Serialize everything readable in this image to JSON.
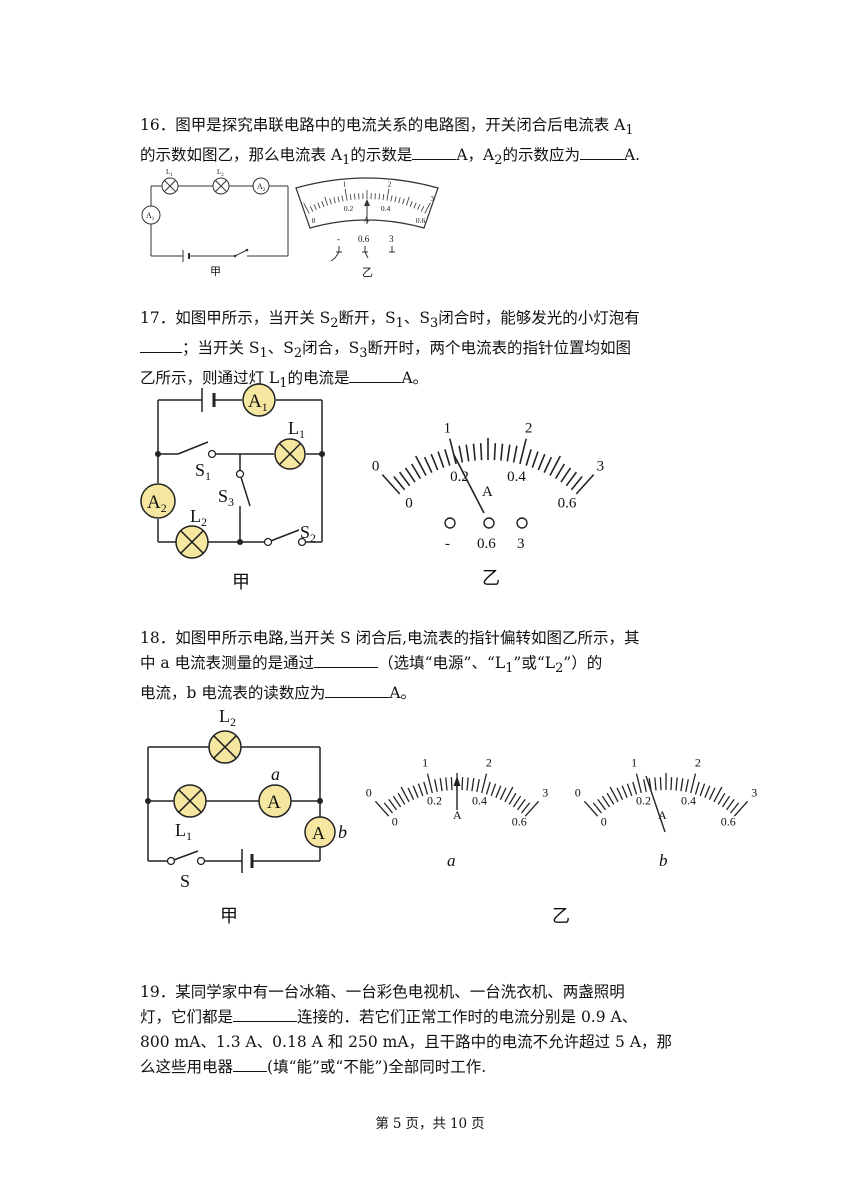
{
  "q16": {
    "line1": "16．图甲是探究串联电路中的电流关系的电路图，开关闭合后电流表 A",
    "line1_sub": "1",
    "line2_a": "的示数如图乙，那么电流表 A",
    "line2_sub1": "1",
    "line2_b": "的示数是",
    "line2_c": "A，A",
    "line2_sub2": "2",
    "line2_d": "的示数应为",
    "line2_e": "A.",
    "fig_jia": "甲",
    "fig_yi": "乙",
    "lamp1": "L",
    "lamp1_sub": "1",
    "lamp2": "L",
    "lamp2_sub": "2",
    "meter1": "A",
    "meter1_sub": "1",
    "meter2": "A",
    "meter2_sub": "2",
    "scale_top": [
      "1",
      "2",
      "3"
    ],
    "scale_bottom": [
      "0",
      "0.2",
      "0.4",
      "0.6"
    ],
    "unit": "A",
    "terminals": [
      "-",
      "0.6",
      "3"
    ]
  },
  "q17": {
    "line1_a": "17．如图甲所示，当开关 S",
    "line1_sub1": "2",
    "line1_b": "断开，S",
    "line1_sub2": "1",
    "line1_c": "、S",
    "line1_sub3": "3",
    "line1_d": "闭合时，能够发光的小灯泡有",
    "line2_a": "；当开关 S",
    "line2_sub1": "1",
    "line2_b": "、S",
    "line2_sub2": "2",
    "line2_c": "闭合，S",
    "line2_sub3": "3",
    "line2_d": "断开时，两个电流表的指针位置均如图",
    "line3_a": "乙所示，则通过灯 L",
    "line3_sub": "1",
    "line3_b": "的电流是",
    "line3_c": "A。",
    "fig_jia": "甲",
    "fig_yi": "乙",
    "meter1": "A",
    "meter1_sub": "1",
    "meter2": "A",
    "meter2_sub": "2",
    "lamp1": "L",
    "lamp1_sub": "1",
    "lamp2": "L",
    "lamp2_sub": "2",
    "switch1": "S",
    "switch1_sub": "1",
    "switch2": "S",
    "switch2_sub": "2",
    "switch3": "S",
    "switch3_sub": "3",
    "scale_top": [
      "0",
      "1",
      "2",
      "3"
    ],
    "scale_bottom": [
      "0",
      "0.2",
      "0.4",
      "0.6"
    ],
    "unit": "A",
    "terminals": [
      "-",
      "0.6",
      "3"
    ]
  },
  "q18": {
    "line1": "18．如图甲所示电路,当开关 S 闭合后,电流表的指针偏转如图乙所示，其",
    "line2_a": "中 a 电流表测量的是通过",
    "line2_b": "（选填“电源”、“L",
    "line2_sub1": "1",
    "line2_c": "”或“L",
    "line2_sub2": "2",
    "line2_d": "”）的",
    "line3_a": "电流，b 电流表的读数应为",
    "line3_b": "A。",
    "fig_jia": "甲",
    "fig_yi": "乙",
    "lamp1": "L",
    "lamp1_sub": "1",
    "lamp2": "L",
    "lamp2_sub": "2",
    "meter": "A",
    "label_a": "a",
    "label_b": "b",
    "switch": "S",
    "scale_top": [
      "0",
      "1",
      "2",
      "3"
    ],
    "scale_bottom": [
      "0",
      "0.2",
      "0.4",
      "0.6"
    ],
    "unit": "A"
  },
  "q19": {
    "line1": "19．某同学家中有一台冰箱、一台彩色电视机、一台洗衣机、两盏照明",
    "line2_a": "灯，它们都是",
    "line2_b": "连接的．若它们正常工作时的电流分别是 0.9 A、",
    "line3": "800 mA、1.3 A、0.18 A 和 250 mA，且干路中的电流不允许超过 5 A，那",
    "line4_a": "么这些用电器",
    "line4_b": "(填“能”或“不能”)全部同时工作."
  },
  "footer": {
    "prefix": "第",
    "page": "5",
    "mid": "页，共",
    "total": "10",
    "suffix": "页"
  }
}
